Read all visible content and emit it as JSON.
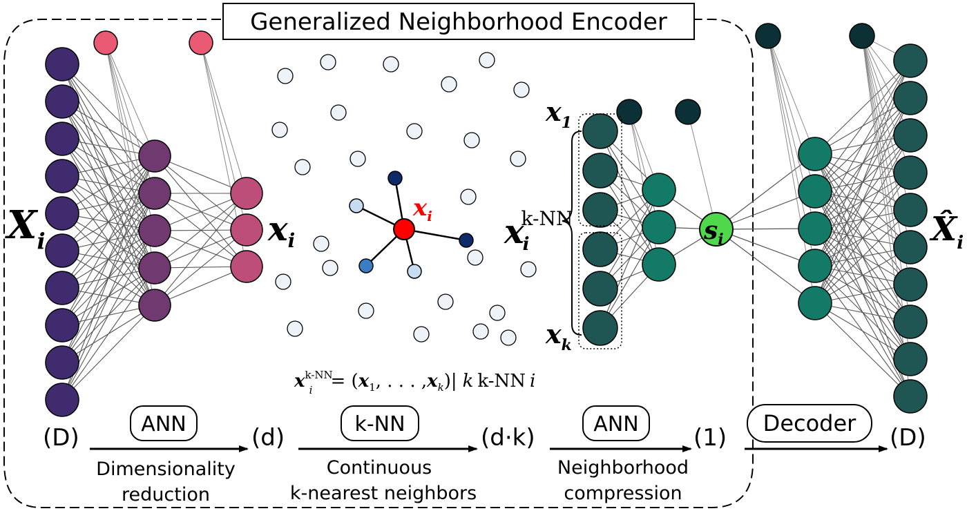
{
  "title": "Generalized Neighborhood Encoder",
  "stages": {
    "dim_D_left": "(D)",
    "dim_d": "(d)",
    "dim_dk": "(d·k)",
    "dim_1": "(1)",
    "dim_D_right": "(D)"
  },
  "boxes": {
    "ann1": "ANN",
    "knn": "k-NN",
    "ann2": "ANN",
    "decoder": "Decoder"
  },
  "captions": {
    "dim_reduction_1": "Dimensionality",
    "dim_reduction_2": "reduction",
    "knn_1": "Continuous",
    "knn_2": "k-nearest neighbors",
    "compression_1": "Neighborhood",
    "compression_2": "compression"
  },
  "math": {
    "X_base": "X",
    "sub_i": "i",
    "x_base": "x",
    "x1": "1",
    "xk": "k",
    "knn_sup": "k-NN",
    "s_base": "s",
    "Xhat_base": "X̂",
    "formula": {
      "x": "x",
      "sup": "k-NN",
      "sub": "i",
      "eq": "= (",
      "x1": "x",
      "s1": "1",
      "dots": ", . . . ,",
      "xk": "x",
      "sk": "k",
      "close": ")|",
      "k": "k",
      "knn": "k-NN",
      "i": "i"
    }
  },
  "colors": {
    "input_layer": "#3f2b6e",
    "hidden_layer": "#70396f",
    "encoded_layer": "#bd4d79",
    "bias_pink": "#ea5a73",
    "knn_center": "#ff0000",
    "neighbor_dark": "#0f2a6b",
    "neighbor_mid": "#3a7dc0",
    "neighbor_light": "#c7dcf0",
    "point_fill": "#eef3f9",
    "stack_node": "#1f5552",
    "compress_node": "#127a67",
    "s_node": "#4fd84c",
    "bias_dark": "#0b3036",
    "decoder_hidden": "#127a67",
    "output_layer": "#1f5552"
  }
}
